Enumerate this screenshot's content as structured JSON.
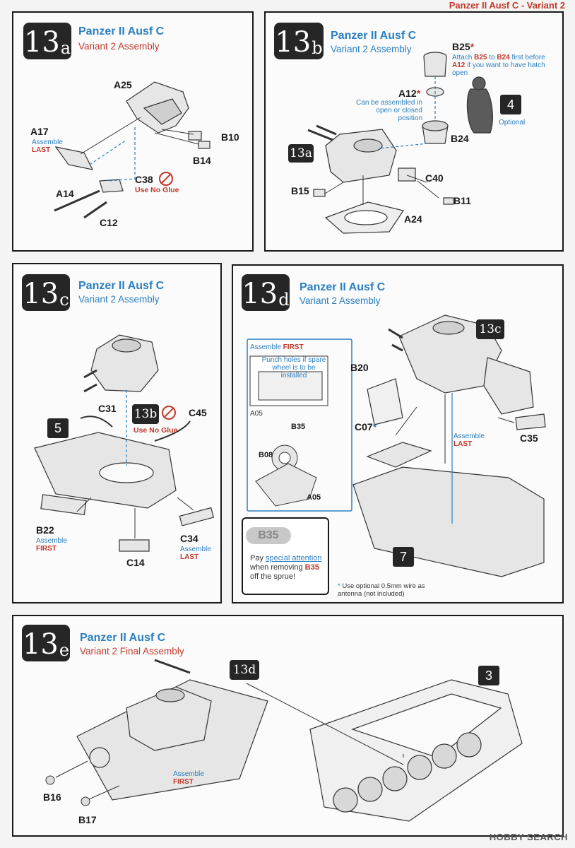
{
  "header": "Panzer II Ausf C - Variant 2",
  "watermark": "HOBBY SEARCH",
  "colors": {
    "blue": "#2b7fc1",
    "red": "#c0392b",
    "dark": "#262626"
  },
  "panels": {
    "a": {
      "badge_num": "13",
      "badge_letter": "a",
      "title": "Panzer II Ausf C",
      "subtitle": "Variant 2 Assembly",
      "labels": {
        "a25": "A25",
        "a17": "A17",
        "a17_note1": "Assemble",
        "a17_note2": "LAST",
        "b10": "B10",
        "b14": "B14",
        "c38": "C38",
        "c38_note": "Use No Glue",
        "a14": "A14",
        "c12": "C12"
      }
    },
    "b": {
      "badge_num": "13",
      "badge_letter": "b",
      "title": "Panzer II Ausf C",
      "subtitle": "Variant 2 Assembly",
      "labels": {
        "b25": "B25",
        "b25_n1": "Attach",
        "b25_n2": "B25",
        "b25_n3": "to",
        "b25_n4": "B24",
        "b25_n5": "first before",
        "b25_n6": "A12",
        "b25_n7": "if you want to have hatch",
        "b25_n8": "open",
        "a12": "A12",
        "a12_n1": "Can be assembled in",
        "a12_n2": "open or closed position",
        "tag4": "4",
        "tag4_note": "Optional",
        "b24": "B24",
        "ref": "13a",
        "c40": "C40",
        "b15": "B15",
        "b11": "B11",
        "a24": "A24"
      }
    },
    "c": {
      "badge_num": "13",
      "badge_letter": "c",
      "title": "Panzer II Ausf C",
      "subtitle": "Variant 2 Assembly",
      "labels": {
        "c31": "C31",
        "ref": "13b",
        "c45": "C45",
        "nog": "Use No Glue",
        "tag5": "5",
        "b22": "B22",
        "b22_n1": "Assemble",
        "b22_n2": "FIRST",
        "c34": "C34",
        "c34_n1": "Assemble",
        "c34_n2": "LAST",
        "c14": "C14"
      }
    },
    "d": {
      "badge_num": "13",
      "badge_letter": "d",
      "title": "Panzer II Ausf C",
      "subtitle": "Variant 2 Assembly",
      "labels": {
        "ref": "13c",
        "b20": "B20",
        "assemble_first_a": "Assemble",
        "assemble_first_b": "FIRST",
        "punch_1": "Punch holes if spare",
        "punch_2": "wheel is to be installed",
        "a05": "A05",
        "a05b": "A05",
        "b35": "B35",
        "b08": "B08",
        "c07": "C07",
        "c35": "C35",
        "last_1": "Assemble",
        "last_2": "LAST",
        "tag7": "7",
        "pill": "B35",
        "pay_1": "Pay",
        "pay_2": "special attention",
        "pay_3": "when removing",
        "pay_4": "B35",
        "pay_5": "off the sprue!",
        "wire_1": "Use optional 0.5mm wire as",
        "wire_2": "antenna (not included)"
      }
    },
    "e": {
      "badge_num": "13",
      "badge_letter": "e",
      "title": "Panzer II Ausf C",
      "subtitle": "Variant 2 Final Assembly",
      "labels": {
        "ref": "13d",
        "tag3": "3",
        "first_1": "Assemble",
        "first_2": "FIRST",
        "b16": "B16",
        "b17": "B17"
      }
    }
  }
}
